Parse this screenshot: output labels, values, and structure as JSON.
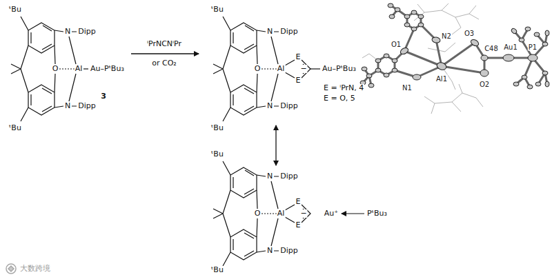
{
  "diagram": {
    "labels": [
      "ᵗBu",
      "N",
      "Dipp",
      "O",
      "Al",
      "Au–PᵗBu₃",
      "N",
      "Dipp",
      "ᵗBu",
      "3",
      "ⁱPrNCNⁱPr",
      "or CO₂",
      "ᵗBu",
      "N",
      "Dipp",
      "O",
      "Al",
      "E",
      "−",
      "E",
      "Au–PᵗBu₃",
      "N",
      "Dipp",
      "ᵗBu",
      "E = ⁱPrN, 4",
      "E = O, 5",
      "ᵗBu",
      "N",
      "Dipp",
      "O",
      "Al",
      "E",
      "−",
      "E",
      "Au⁺",
      "PᵗBu₃",
      "N",
      "Dipp",
      "ᵗBu",
      "O1",
      "N2",
      "O3",
      "Al1",
      "C48",
      "Au1",
      "P1",
      "O2",
      "N1",
      "大数跨境"
    ]
  }
}
